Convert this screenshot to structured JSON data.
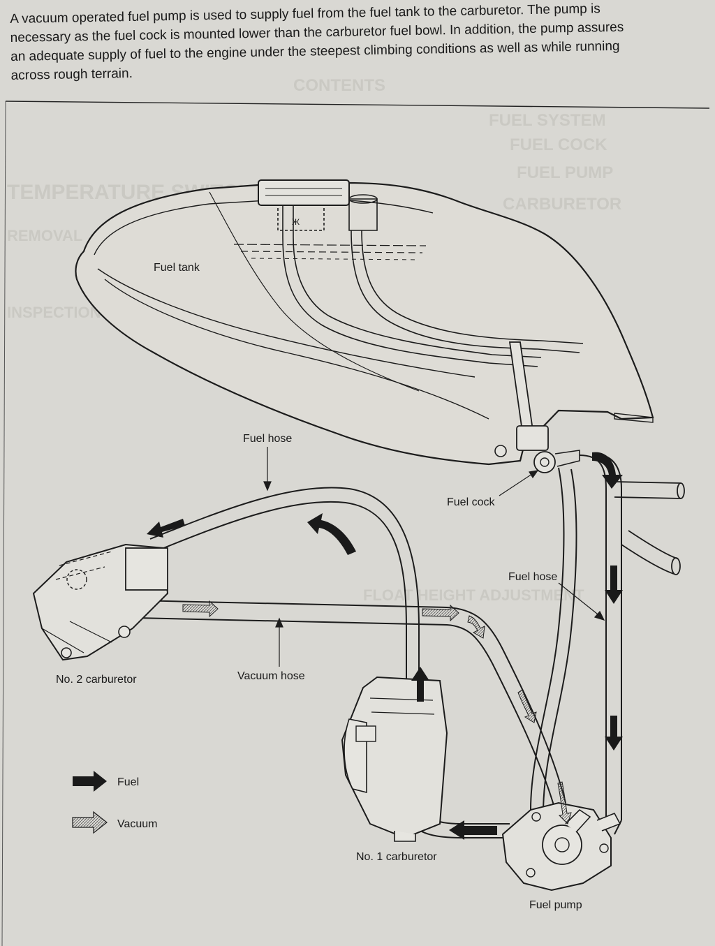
{
  "intro_lines": [
    "A vacuum operated fuel pump is used to supply fuel from the fuel tank to the carburetor. The pump is",
    "necessary as the fuel cock is mounted lower than the carburetor fuel bowl. In addition, the pump assures",
    "an adequate supply of fuel to the engine under the steepest climbing conditions as well as while running",
    "across rough terrain."
  ],
  "labels": {
    "fuel_tank": "Fuel tank",
    "fuel_hose_top": "Fuel hose",
    "fuel_cock": "Fuel cock",
    "fuel_hose_right": "Fuel hose",
    "no2_carburetor": "No. 2 carburetor",
    "vacuum_hose": "Vacuum hose",
    "no1_carburetor": "No. 1 carburetor",
    "fuel_pump": "Fuel pump"
  },
  "legend": {
    "fuel": "Fuel",
    "vacuum": "Vacuum"
  },
  "colors": {
    "paper": "#d9d8d3",
    "ink": "#1c1c1c",
    "fuel_arrow": "#1a1a1a",
    "vacuum_arrow": "#bdbdbd"
  }
}
